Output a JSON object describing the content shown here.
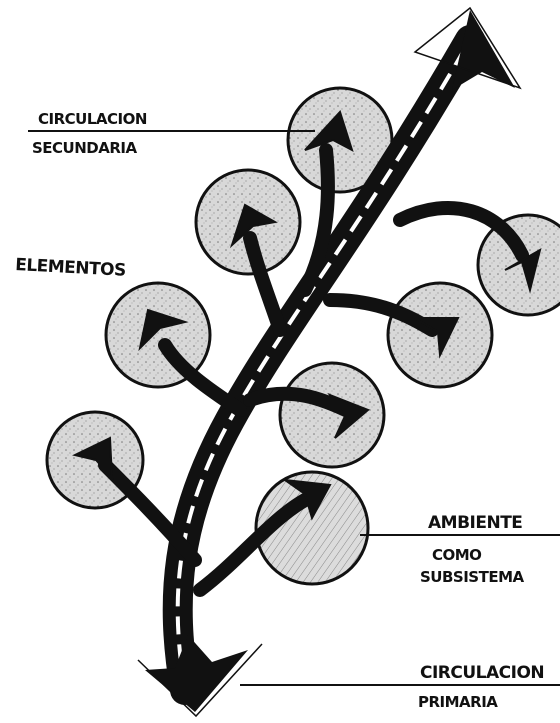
{
  "labels": {
    "circulacion_secundaria": [
      "CIRCULACION",
      "SECUNDARIA"
    ],
    "elementos": "ELEMENTOS",
    "ambiente": [
      "AMBIENTE",
      "COMO",
      "SUBSISTEMA"
    ],
    "circulacion_primaria": [
      "CIRCULACION",
      "PRIMARIA"
    ]
  },
  "colors": {
    "ink": "#111111",
    "circle_fill": "#d6d6d6",
    "paper": "#ffffff"
  }
}
